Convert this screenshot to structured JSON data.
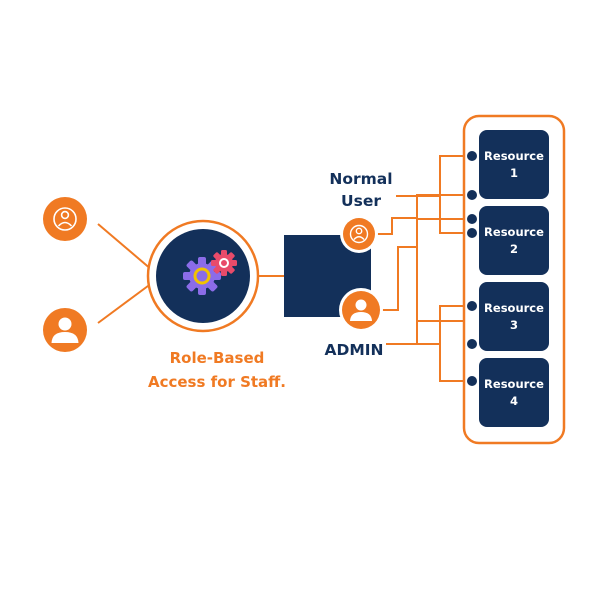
{
  "diagram": {
    "center_label_line1": "Role-Based",
    "center_label_line2": "Access for Staff.",
    "normal_user_line1": "Normal",
    "normal_user_line2": "User",
    "admin_label": "ADMIN",
    "resources": [
      {
        "name": "Resource",
        "number": "1"
      },
      {
        "name": "Resource",
        "number": "2"
      },
      {
        "name": "Resource",
        "number": "3"
      },
      {
        "name": "Resource",
        "number": "4"
      }
    ],
    "icons": {
      "staff_user": "user-icon",
      "center_hub": "gear-icon",
      "admin_user": "user-icon"
    }
  },
  "colors": {
    "accent_orange": "#F07A23",
    "navy": "#13305A",
    "gear_purple": "#8B6CE8",
    "gear_pink": "#E84B6A",
    "gear_yellow": "#F2C200"
  }
}
